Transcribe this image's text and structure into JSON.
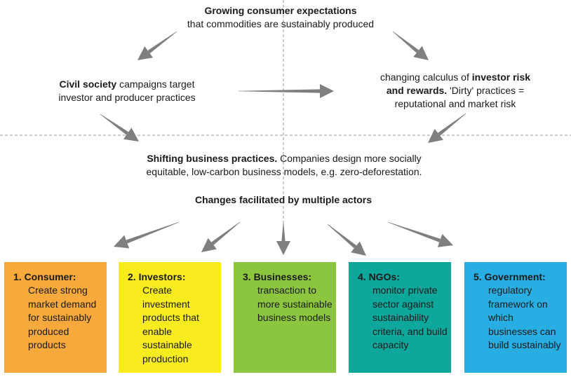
{
  "top": {
    "bold": "Growing consumer expectations",
    "rest": "that commodities are sustainably produced"
  },
  "left": {
    "bold": "Civil society",
    "rest1": " campaigns target",
    "line2": "investor and producer practices"
  },
  "right": {
    "line1_pre": "changing calculus of ",
    "line1_bold": "investor risk",
    "line2_bold": "and rewards.",
    "line2_rest": " 'Dirty' practices =",
    "line3": "reputational and market risk"
  },
  "middle": {
    "bold": "Shifting business practices.",
    "rest1": " Companies design more socially",
    "line2": "equitable, low-carbon business models, e.g. zero-deforestation."
  },
  "changes": "Changes facilitated by multiple actors",
  "boxes": [
    {
      "heading": "1.  Consumer:",
      "body": "Create strong market demand for sustainably produced products",
      "color": "#f7a93b"
    },
    {
      "heading": "2.  Investors:",
      "body": "Create investment products that enable sustainable production",
      "color": "#f8ec1e"
    },
    {
      "heading": "3.  Businesses:",
      "body": "transaction to more sustainable business models",
      "color": "#8cc63f"
    },
    {
      "heading": "4.  NGOs:",
      "body": "monitor private sector against sustainability criteria, and build capacity",
      "color": "#0ea79b"
    },
    {
      "heading": "5.  Government:",
      "body": "regulatory framework on which businesses can build sustainably",
      "color": "#29aee3"
    }
  ],
  "colors": {
    "arrow": "#7f7f7f",
    "divider": "#9a9a9a"
  }
}
